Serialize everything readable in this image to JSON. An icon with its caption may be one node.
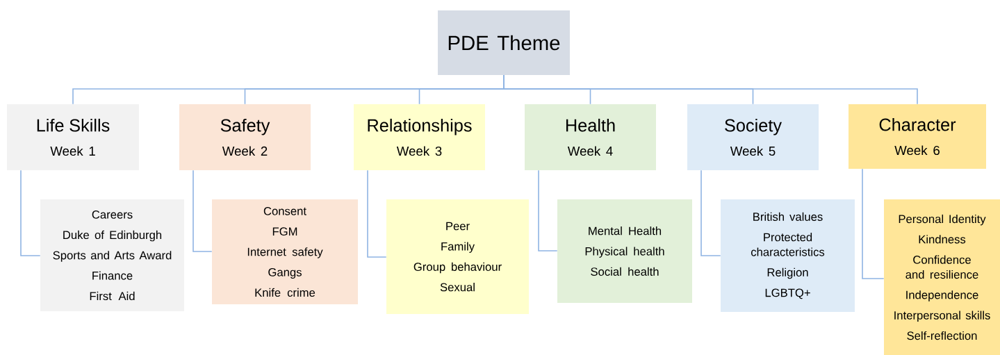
{
  "diagram": {
    "nodes": [
      {
        "text": [
          "PDE Theme"
        ]
      },
      {
        "text": [
          "Life Skills",
          "Week 1"
        ]
      },
      {
        "text": [
          "Safety",
          "Week 2"
        ]
      },
      {
        "text": [
          "Relationships",
          "Week 3"
        ]
      },
      {
        "text": [
          "Health",
          "Week 4"
        ]
      },
      {
        "text": [
          "Society",
          "Week 5"
        ]
      },
      {
        "text": [
          "Character",
          "Week 6"
        ]
      },
      {
        "text": [
          "Careers",
          "Duke of Edinburgh",
          "Sports and Arts Award",
          "Finance",
          "First Aid"
        ]
      },
      {
        "text": [
          "Consent",
          "FGM",
          "Internet safety",
          "Gangs",
          "Knife crime"
        ]
      },
      {
        "text": [
          "Peer",
          "Family",
          "Group behaviour",
          "Sexual"
        ]
      },
      {
        "text": [
          "Mental Health",
          "Physical health",
          "Social health"
        ]
      },
      {
        "text": [
          "British values",
          "Protected characteristics",
          "Religion",
          "LGBTQ+"
        ]
      },
      {
        "text": [
          "Personal Identity",
          "Kindness",
          "Confidence and resilience",
          "Independence",
          "Interpersonal skills",
          "Self-reflection"
        ]
      }
    ],
    "edges": [
      {
        "from": 0,
        "to": 1,
        "arrow": "none"
      },
      {
        "from": 0,
        "to": 2,
        "arrow": "none"
      },
      {
        "from": 0,
        "to": 3,
        "arrow": "none"
      },
      {
        "from": 0,
        "to": 4,
        "arrow": "none"
      },
      {
        "from": 0,
        "to": 5,
        "arrow": "none"
      },
      {
        "from": 0,
        "to": 6,
        "arrow": "none"
      },
      {
        "from": 1,
        "to": 7,
        "arrow": "none"
      },
      {
        "from": 2,
        "to": 8,
        "arrow": "none"
      },
      {
        "from": 3,
        "to": 9,
        "arrow": "none"
      },
      {
        "from": 4,
        "to": 10,
        "arrow": "none"
      },
      {
        "from": 5,
        "to": 11,
        "arrow": "none"
      },
      {
        "from": 6,
        "to": 12,
        "arrow": "none"
      }
    ]
  }
}
